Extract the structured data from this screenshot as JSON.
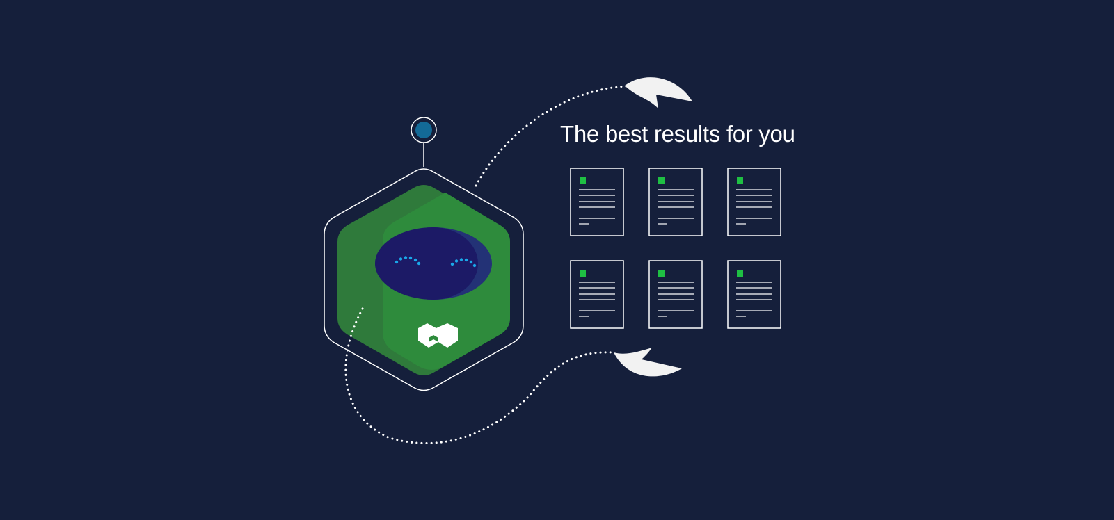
{
  "headline": "The best results for you",
  "colors": {
    "background": "#151f3b",
    "hexagon_green": "#2e8b3c",
    "hexagon_green_shadow": "#2f7a3b",
    "visor": "#1c1a66",
    "visor_highlight": "#233276",
    "eye_dots": "#1aa7e8",
    "antenna_ball": "#136a97",
    "outline": "#ffffff",
    "doc_accent": "#1fbf43",
    "arrow_head": "#f2f2f2"
  },
  "icons": {
    "robot": "hexagon-robot-mascot-icon",
    "logo": "w-logo-icon",
    "document": "document-icon",
    "arrow": "dotted-curved-arrow-icon"
  },
  "documents": {
    "rows": 2,
    "columns": 3
  }
}
